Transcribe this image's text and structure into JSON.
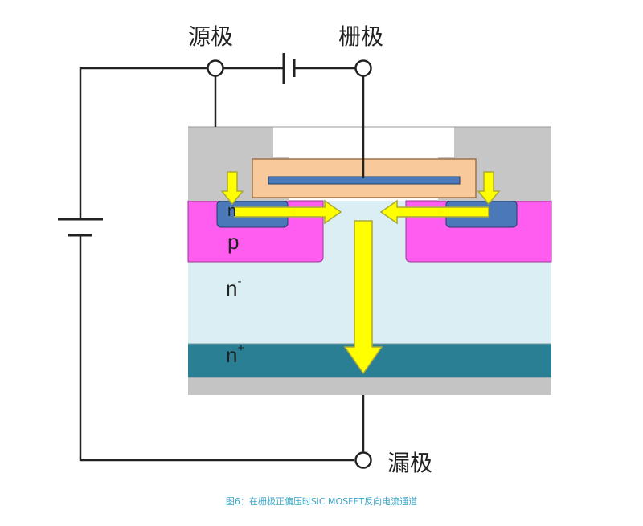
{
  "terminals": {
    "source": "源极",
    "gate": "栅极",
    "drain": "漏极"
  },
  "regions": {
    "p": "p",
    "n_drift": "n",
    "n_drift_sup": "-",
    "n_substrate": "n",
    "n_substrate_sup": "+",
    "n_source": "n"
  },
  "caption": "图6：在栅极正偏压时SiC MOSFET反向电流通道",
  "colors": {
    "metal": "#c8c8c8",
    "oxide": "#f7c99b",
    "gate_electrode": "#4a78b8",
    "p_region": "#ff5cf0",
    "n_source": "#4a78b8",
    "n_drift": "#dbeef3",
    "n_substrate": "#2a7f95",
    "bottom_metal": "#c0c0c0",
    "arrow_fill": "#ffff00",
    "arrow_stroke": "#a9a93a",
    "caption": "#3aa6c8"
  }
}
